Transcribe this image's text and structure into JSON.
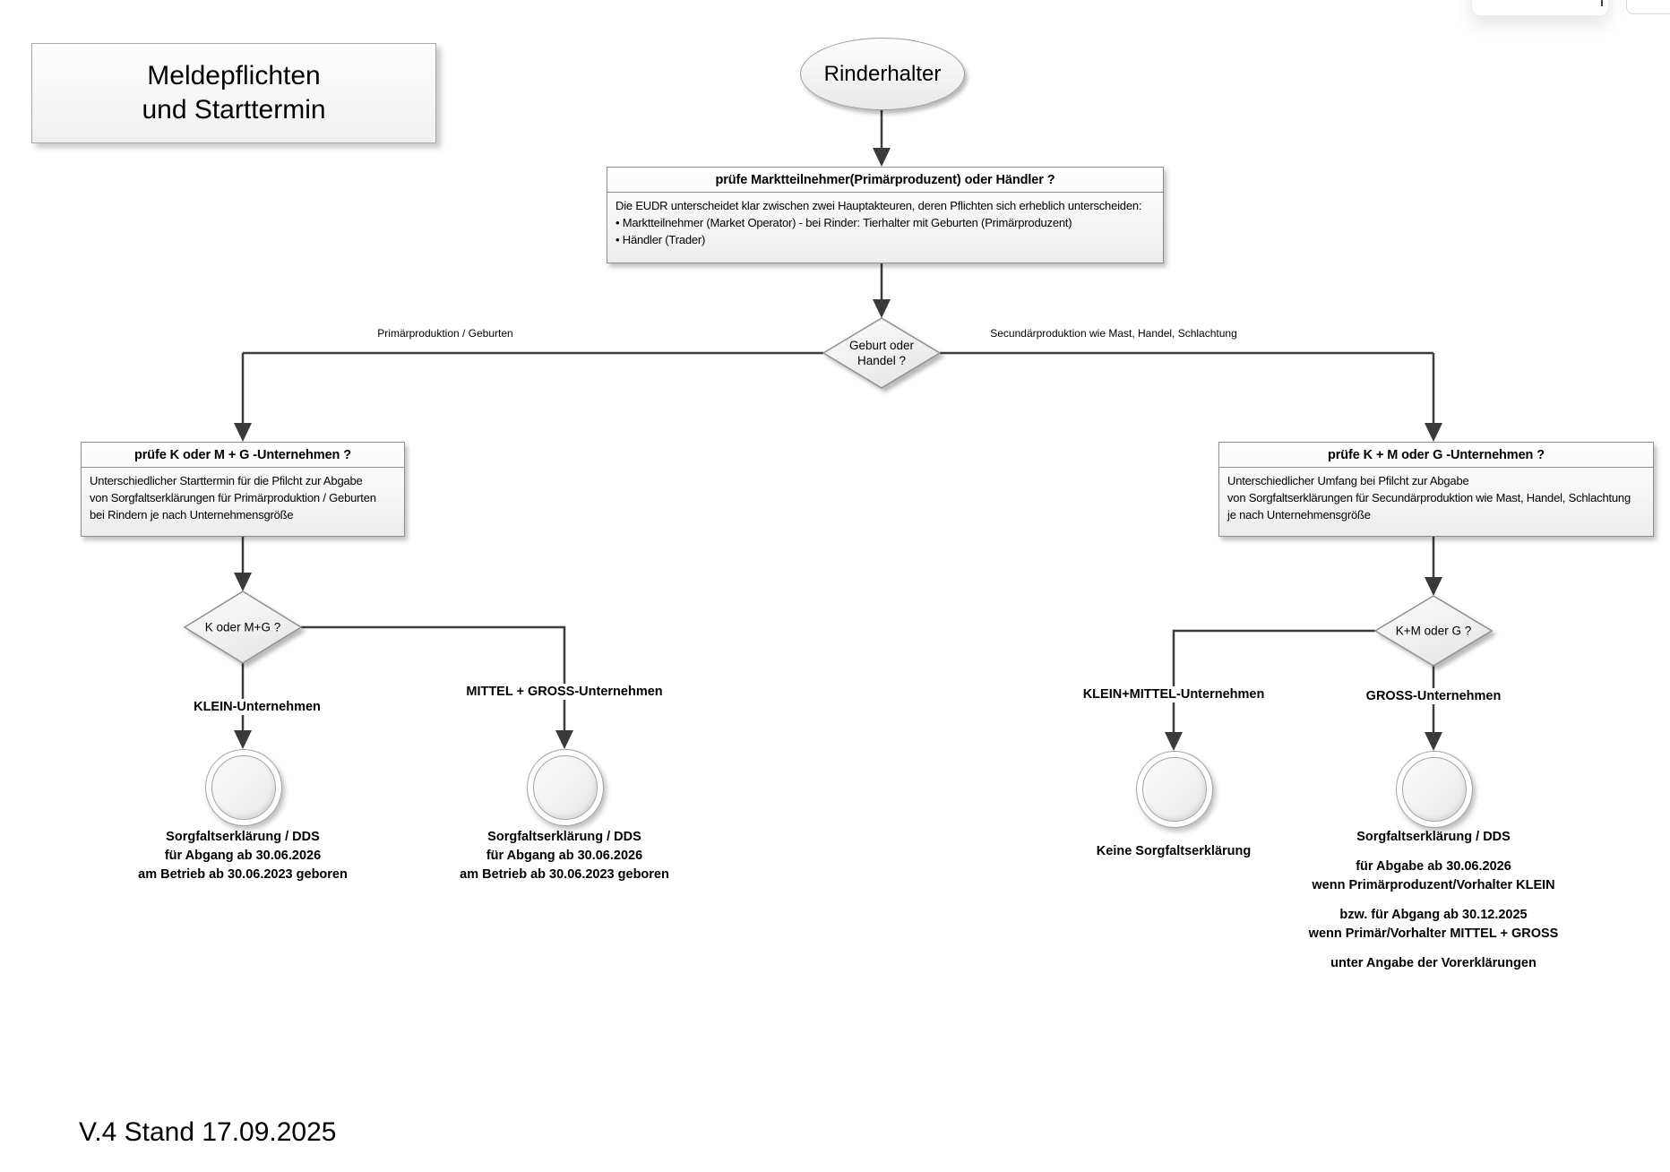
{
  "colors": {
    "line": "#3d3d3d",
    "node_border": "#8f8f8f",
    "text": "#000000",
    "page_bg": "#ffffff"
  },
  "title_box": {
    "lines": [
      "Meldepflichten",
      "und Starttermin"
    ]
  },
  "start": {
    "label": "Rinderhalter"
  },
  "check_actor": {
    "title": "prüfe Marktteilnehmer(Primärproduzent) oder Händler ?",
    "body": [
      "Die EUDR unterscheidet klar zwischen zwei Hauptakteuren, deren Pflichten sich erheblich unterscheiden:",
      "• Marktteilnehmer (Market Operator) - bei Rinder: Tierhalter mit Geburten (Primärproduzent)",
      "• Händler (Trader)"
    ]
  },
  "decision_birth_trade": {
    "lines": [
      "Geburt oder",
      "Handel ?"
    ]
  },
  "edge_labels": {
    "primary": "Primärproduktion / Geburten",
    "secondary": "Secundärproduktion wie Mast, Handel, Schlachtung"
  },
  "check_left": {
    "title": "prüfe K oder M + G -Unternehmen ?",
    "body": [
      "Unterschiedlicher Starttermin für die Pfilcht zur Abgabe",
      "von Sorgfaltserklärungen für Primärproduktion / Geburten",
      "bei Rindern je nach Unternehmensgröße"
    ]
  },
  "check_right": {
    "title": "prüfe K + M oder G -Unternehmen ?",
    "body": [
      "Unterschiedlicher Umfang bei Pfilcht zur Abgabe",
      "von Sorgfaltserklärungen für Secundärproduktion wie Mast, Handel, Schlachtung",
      "je nach Unternehmensgröße"
    ]
  },
  "decision_left": {
    "label": "K oder M+G ?"
  },
  "decision_right": {
    "label": "K+M oder G ?"
  },
  "branches": {
    "klein": "KLEIN-Unternehmen",
    "mittel_gross": "MITTEL + GROSS-Unternehmen",
    "klein_mittel": "KLEIN+MITTEL-Unternehmen",
    "gross": "GROSS-Unternehmen"
  },
  "results": {
    "r1": [
      "Sorgfaltserklärung / DDS",
      "für Abgang ab 30.06.2026",
      "am Betrieb ab 30.06.2023 geboren"
    ],
    "r2": [
      "Sorgfaltserklärung / DDS",
      "für Abgang ab 30.06.2026",
      "am Betrieb ab 30.06.2023 geboren"
    ],
    "r3": [
      "Keine Sorgfaltserklärung"
    ],
    "r4_title": "Sorgfaltserklärung / DDS",
    "r4_g1": [
      "für Abgabe ab 30.06.2026",
      "wenn Primärproduzent/Vorhalter KLEIN"
    ],
    "r4_g2": [
      "bzw. für Abgang ab 30.12.2025",
      "wenn Primär/Vorhalter MITTEL + GROSS"
    ],
    "r4_g3": [
      "unter Angabe der Vorerklärungen"
    ]
  },
  "footer": {
    "version": "V.4 Stand 17.09.2025"
  }
}
